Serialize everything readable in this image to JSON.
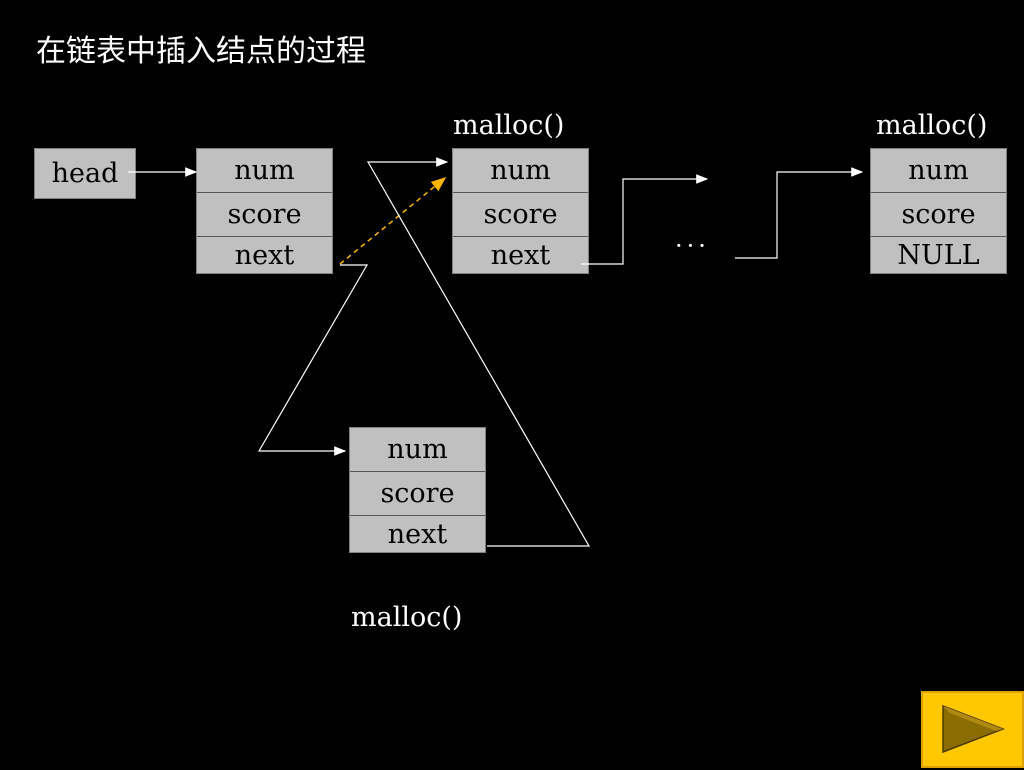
{
  "title": "在链表中插入结点的过程",
  "head_label": "head",
  "nodes": {
    "node1": {
      "field1": "num",
      "field2": "score",
      "field3": "next"
    },
    "node2": {
      "field1": "num",
      "field2": "score",
      "field3": "next"
    },
    "node_last": {
      "field1": "num",
      "field2": "score",
      "field3": "NULL"
    },
    "node_new": {
      "field1": "num",
      "field2": "score",
      "field3": "next"
    }
  },
  "malloc_label": "malloc()",
  "ellipsis": "···",
  "colors": {
    "background": "#000000",
    "node_fill": "#c0c0c0",
    "old_link": "#ffb400",
    "button": "#ffc800"
  },
  "nav": {
    "play_icon": "play-triangle-icon"
  }
}
